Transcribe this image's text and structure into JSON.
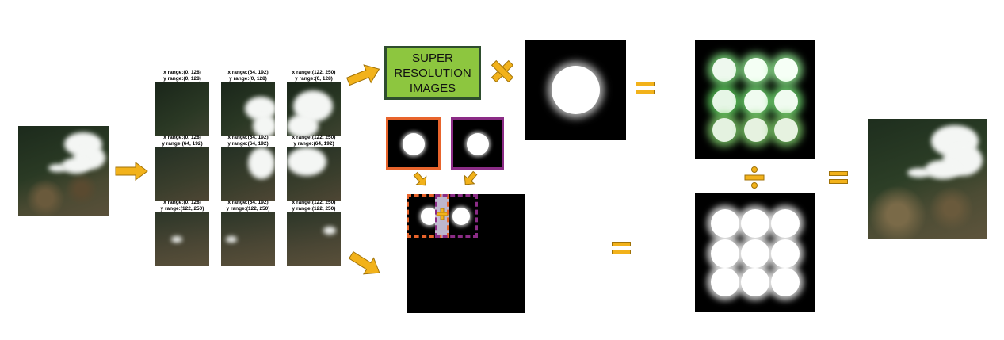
{
  "tiles": [
    {
      "x_label": "x range:(0, 128)",
      "y_label": "y range:(0, 128)"
    },
    {
      "x_label": "x range:(64, 192)",
      "y_label": "y range:(0, 128)"
    },
    {
      "x_label": "x range:(122, 250)",
      "y_label": "y range:(0, 128)"
    },
    {
      "x_label": "x range:(0, 128)",
      "y_label": "y range:(64, 192)"
    },
    {
      "x_label": "x range:(64, 192)",
      "y_label": "y range:(64, 192)"
    },
    {
      "x_label": "x range:(122, 250)",
      "y_label": "y range:(64, 192)"
    },
    {
      "x_label": "x range:(0, 128)",
      "y_label": "y range:(122, 250)"
    },
    {
      "x_label": "x range:(64, 192)",
      "y_label": "y range:(122, 250)"
    },
    {
      "x_label": "x range:(122, 250)",
      "y_label": "y range:(122, 250)"
    }
  ],
  "sr_box": {
    "lines": [
      "SUPER",
      "RESOLUTION",
      "IMAGES"
    ]
  },
  "colors": {
    "arrow": "#f2b21b",
    "sr_fill": "#8dc63f",
    "sr_border": "#2e4d2e",
    "orange_box": "#e8642c",
    "purple_box": "#8b2c86",
    "overlap_fill": "#c8c0d8"
  },
  "icons": [
    "arrow-right-icon",
    "multiply-icon",
    "equals-icon",
    "divide-icon",
    "plus-icon"
  ]
}
